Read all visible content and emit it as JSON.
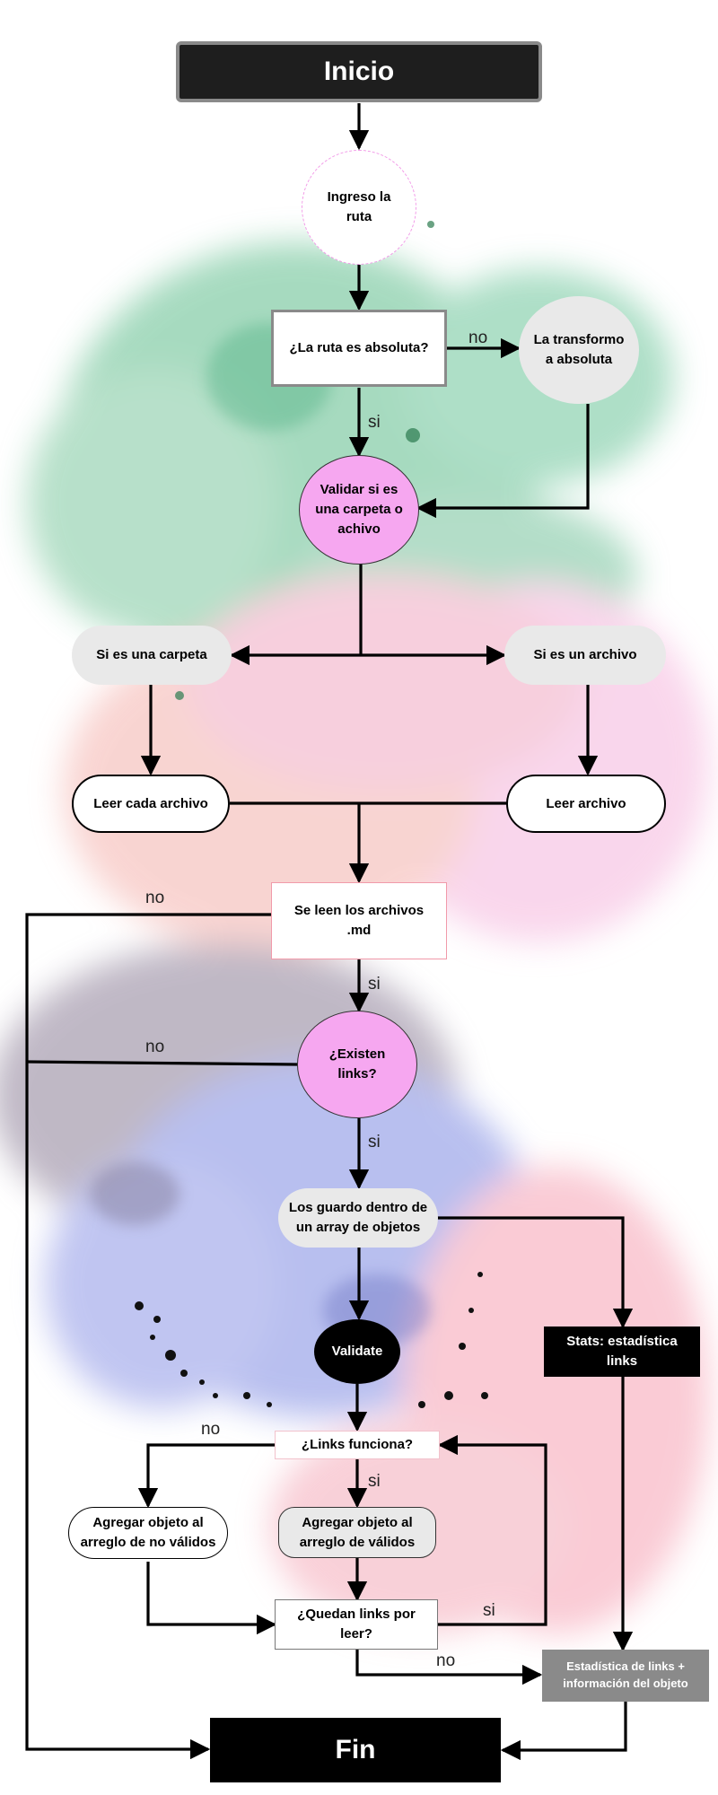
{
  "nodes": {
    "start": "Inicio",
    "ingreso": "Ingreso la ruta",
    "absoluta": "¿La ruta es absoluta?",
    "transformo": "La transformo a absoluta",
    "validar": "Validar si es una carpeta o achivo",
    "carpeta": "Si es una carpeta",
    "archivo": "Si es un archivo",
    "leer_cada": "Leer cada archivo",
    "leer": "Leer  archivo",
    "se_leen": "Se leen los archivos .md",
    "existen": "¿Existen links?",
    "guardo": "Los guardo dentro de un array de objetos",
    "validate": "Validate",
    "stats": "Stats: estadística links",
    "funciona": "¿Links funciona?",
    "no_validos": "Agregar objeto al arreglo de  no válidos",
    "validos": "Agregar objeto al arreglo de válidos",
    "quedan": "¿Quedan links por leer?",
    "estadistica": "Estadística de links + información del objeto",
    "fin": "Fin"
  },
  "edge_labels": {
    "no_transformo": "no",
    "si_validar": "si",
    "no_leen": "no",
    "si_existen": "si",
    "no_existen": "no",
    "si_guardo": "si",
    "no_funciona": "no",
    "si_validos": "si",
    "si_quedan": "si",
    "no_quedan": "no"
  },
  "colors": {
    "black": "#1e1e1e",
    "pink_node": "#f6a7f0",
    "light_gray": "#e9e9e9",
    "gray_node": "#8a8a8a",
    "green_splash": "#6cc096",
    "pink_splash": "#f7a8b8",
    "purple_splash": "#8f8cd6"
  }
}
